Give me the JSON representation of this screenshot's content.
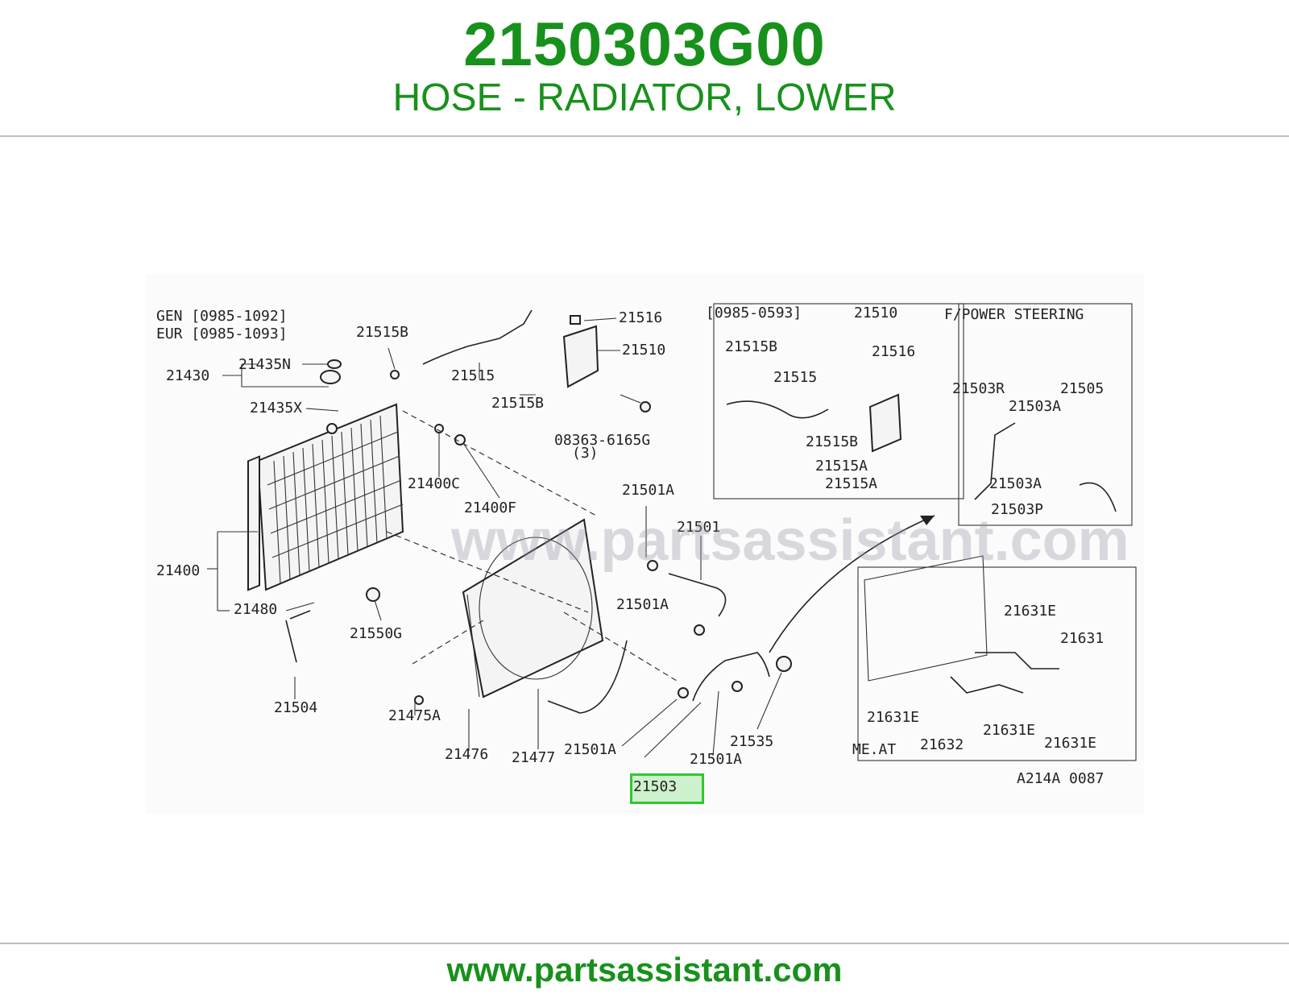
{
  "header": {
    "part_number": "2150303G00",
    "part_name": "HOSE - RADIATOR, LOWER"
  },
  "footer": {
    "url": "www.partsassistant.com"
  },
  "diagram": {
    "watermark": "www.partsassistant.com",
    "highlighted_part": "21503",
    "code": "A214A 0087",
    "notes": {
      "gen": "GEN [0985-1092]",
      "eur": "EUR [0985-1093]",
      "inset_a_date": "[0985-0593]",
      "inset_b_title": "F/POWER STEERING",
      "inset_c_title": "ME.AT",
      "s_count": "(3)"
    },
    "labels": {
      "l21515B": "21515B",
      "l21516": "21516",
      "l21510": "21510",
      "l21430": "21430",
      "l21435N": "21435N",
      "l21515": "21515",
      "l21515B_2": "21515B",
      "l21435X": "21435X",
      "l08363": "08363-6165G",
      "l21400C": "21400C",
      "l21400F": "21400F",
      "l21501A_1": "21501A",
      "l21501": "21501",
      "l21400": "21400",
      "l21501A_2": "21501A",
      "l21480": "21480",
      "l21550G": "21550G",
      "l21504": "21504",
      "l21475A": "21475A",
      "l21476": "21476",
      "l21477": "21477",
      "l21501A_3": "21501A",
      "l21501A_4": "21501A",
      "l21535": "21535",
      "a21515B": "21515B",
      "a21510": "21510",
      "a21516": "21516",
      "a21515": "21515",
      "a21515B_2": "21515B",
      "a21515A": "21515A",
      "a21515A_2": "21515A",
      "b21503R": "21503R",
      "b21505": "21505",
      "b21503A": "21503A",
      "b21503A_2": "21503A",
      "b21503P": "21503P",
      "c21631E": "21631E",
      "c21631": "21631",
      "c21631E_2": "21631E",
      "c21632": "21632",
      "c21631E_3": "21631E",
      "c21631E_4": "21631E"
    }
  }
}
